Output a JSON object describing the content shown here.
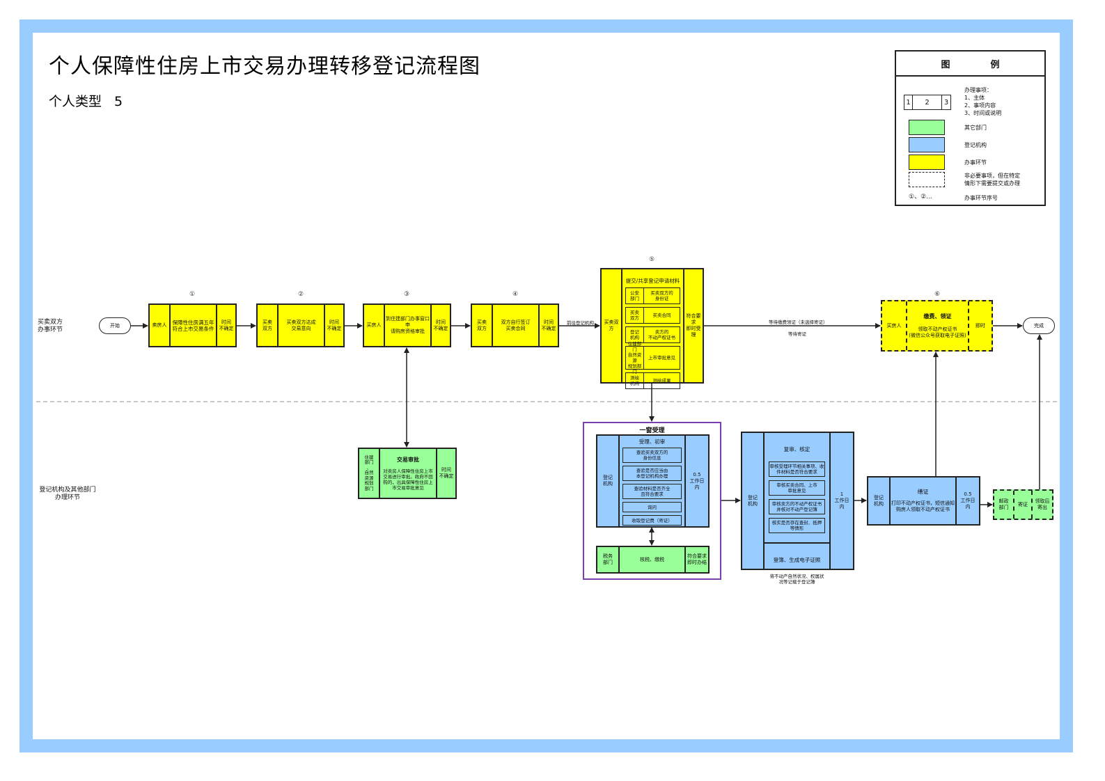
{
  "title": "个人保障性住房上市交易办理转移登记流程图",
  "subtitle": {
    "label": "个人类型",
    "number": "5"
  },
  "legend": {
    "header_left": "图",
    "header_right": "例",
    "item_box": {
      "c1": "1",
      "c2": "2",
      "c3": "3",
      "text": "办理事项：\n1、主体\n2、事项内容\n3、时间或说明"
    },
    "other_dept": "其它部门",
    "registry": "登记机构",
    "step": "办事环节",
    "optional": "非必要事项，但在特定\n情形下需要提交或办理",
    "seq_symbol": "①、②...",
    "seq_text": "办事环节序号",
    "colors": {
      "other_dept": "#99ff99",
      "registry": "#99ccff",
      "step": "#ffff00"
    }
  },
  "lanes": {
    "top": "买卖双方\n办事环节",
    "bottom": "登记机构及其他部门\n办理环节"
  },
  "terminals": {
    "start": "开始",
    "end": "完成"
  },
  "steps": [
    {
      "no": "①",
      "subject": "卖房人",
      "content": "保障性住房满五年\n符合上市交易条件",
      "time": "时间\n不确定"
    },
    {
      "no": "②",
      "subject": "买卖\n双方",
      "content": "买卖双方达成\n交易意向",
      "time": "时间\n不确定"
    },
    {
      "no": "③",
      "subject": "买房人",
      "content": "到住建部门办事窗口申\n请购房资格审批",
      "time": "时间\n不确定"
    },
    {
      "no": "④",
      "subject": "买卖\n双方",
      "content": "双方自行签订\n买卖合同",
      "time": "时间\n不确定"
    }
  ],
  "step5": {
    "no": "⑤",
    "subject": "买卖双方",
    "title": "提交/共享登记申请材料",
    "time": "符合要求\n即时受理",
    "rows": [
      {
        "dept": "公安\n部门",
        "item": "买卖双方的\n身份证"
      },
      {
        "dept": "买卖\n双方",
        "item": "买卖合同"
      },
      {
        "dept": "登记\n机构",
        "item": "卖方的\n不动产权证书"
      },
      {
        "dept": "住建部门\n自然资源\n规划部门",
        "item": "上市审批意见"
      },
      {
        "dept": "测绘\n机构",
        "item": "测绘成果"
      }
    ]
  },
  "step6": {
    "no": "⑥",
    "subject": "买房人",
    "title": "缴费、领证",
    "content": "领取不动产权证书\n(微信公众号获取电子证照)",
    "time": "即时"
  },
  "flow_labels": {
    "to_registry": "前往登记机构",
    "wait_fee": "等待缴费领证（未选择寄证）",
    "wait_mail": "等待寄证"
  },
  "approval": {
    "subject": "住建\n部门\n、\n自然\n资源\n规划\n部门",
    "title": "交易审批",
    "content": "对卖房人保障性住房上市\n交易进行审批。政府不回\n购的，出具保障性住房上\n市交易审批意见",
    "time": "时间\n不确定"
  },
  "window": {
    "title": "一窗受理",
    "subject": "登记\n机构",
    "col_title": "受理、初审",
    "time": "0.5\n工作日\n内",
    "items": [
      "查验买卖双方的\n身份信息",
      "查验是否应当由\n本登记机构办理",
      "查验材料是否齐全\n且符合要求",
      "询问",
      "收取登记费（寄证）"
    ],
    "tax": {
      "subject": "税务\n部门",
      "content": "核税、缴税",
      "time": "符合要求\n即时办结"
    }
  },
  "review": {
    "subject": "登记\n机构",
    "col_title": "复审、核定",
    "time": "1\n工作日\n内",
    "items": [
      "审核受理环节相关事项、收\n件材料是否符合要求",
      "审核买卖合同、上市\n审批意见",
      "审核卖方的不动产权证书\n并核对不动产登记簿",
      "核实是否存在查封、抵押\n等情形"
    ],
    "register_title": "登簿、生成电子证照",
    "register_text": "将不动产自然状况、权属状\n况等记载于登记簿"
  },
  "issue": {
    "subject": "登记\n机构",
    "title": "缮证",
    "content": "打印不动产权证书，短信通知\n购房人领取不动产权证书",
    "time": "0.5\n工作日\n内"
  },
  "mail": {
    "subject": "邮政\n部门",
    "content": "寄证",
    "time": "领取后\n寄出"
  }
}
